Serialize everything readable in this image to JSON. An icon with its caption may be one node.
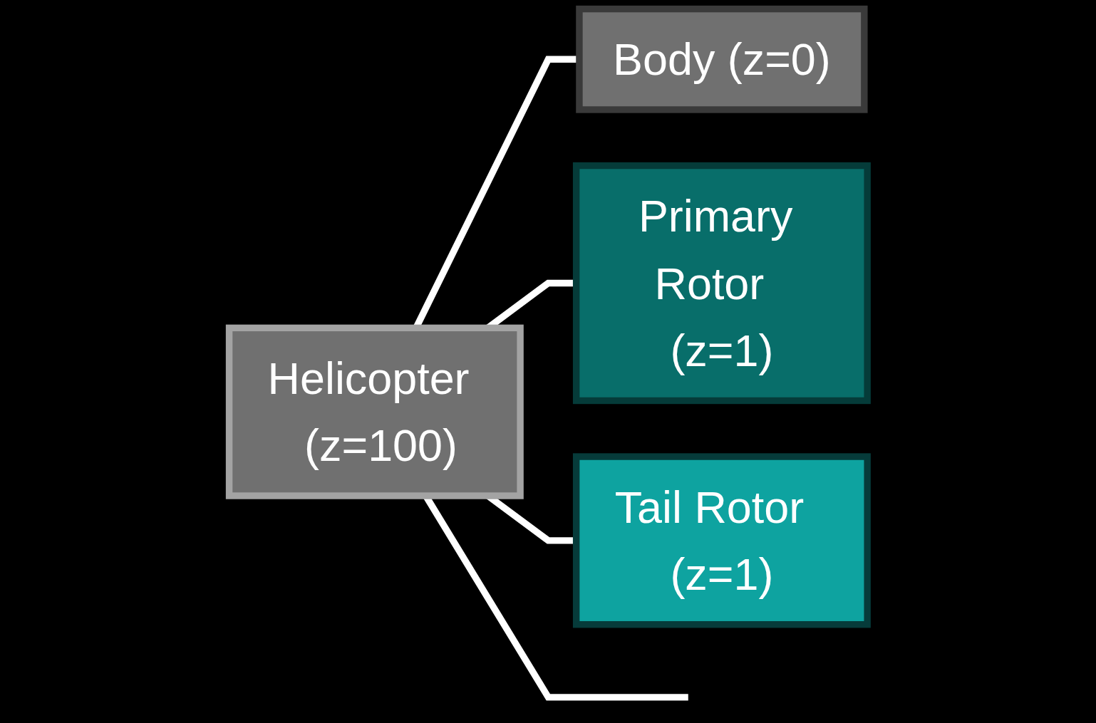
{
  "diagram": {
    "nodes": [
      {
        "text": [
          "Helicopter  (z=100)"
        ]
      },
      {
        "text": [
          "Body  (z=0)"
        ]
      },
      {
        "text": [
          "Primary Rotor  (z=1)"
        ]
      },
      {
        "text": [
          "Tail Rotor  (z=1)"
        ]
      }
    ],
    "edges": [
      {
        "from": 0,
        "to": 1,
        "arrow": "none"
      },
      {
        "from": 0,
        "to": 2,
        "arrow": "none"
      },
      {
        "from": 0,
        "to": 3,
        "arrow": "none"
      },
      {
        "from": 0,
        "to": null,
        "arrow": "none"
      }
    ]
  }
}
